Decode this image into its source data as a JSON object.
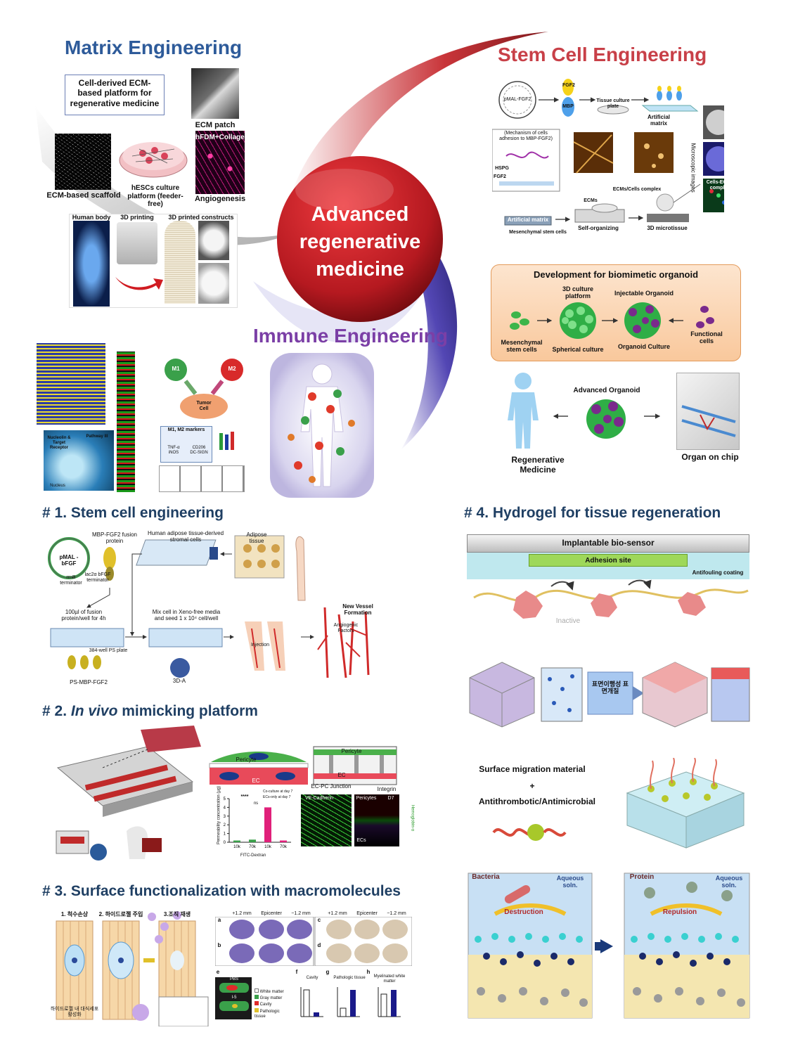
{
  "center": {
    "line1": "Advanced",
    "line2": "regenerative",
    "line3": "medicine",
    "colors": {
      "red": "#b01a22",
      "blue": "#3a2f9e",
      "grey": "#8a8a8a"
    }
  },
  "matrix": {
    "title": "Matrix Engineering",
    "platform_box": "Cell-derived ECM-based platform for regenerative medicine",
    "ecm_patch": "ECM patch",
    "hfdm": "hFDM+Collagen",
    "scaffold": "ECM-based scaffold",
    "hescs": "hESCs culture platform (feeder-free)",
    "angiogenesis": "Angiogenesis",
    "human_body": "Human body",
    "printing": "3D printing",
    "constructs": "3D printed constructs"
  },
  "stem": {
    "title": "Stem Cell Engineering",
    "plasmid": "pMAL-FGF2",
    "fgf2": "FGF2",
    "mbp": "MBP",
    "plate": "Tissue culture plate",
    "matrix": "Artificial matrix",
    "mechanism": "(Mechanism of cells adhesion to MBP-FGF2)",
    "hspg": "HSPG",
    "fgf2b": "FGF2",
    "microscopic": "Microscopic images",
    "cells_ecm": "Cells-ECMs complex",
    "ecms": "ECMs",
    "complex": "ECMs/Cells complex",
    "artificial_matrix": "Artificial matrix",
    "msc": "Mesenchymal stem cells",
    "self_org": "Self-organizing",
    "microtissue": "3D microtissue"
  },
  "organoid": {
    "title": "Development for biomimetic organoid",
    "culture3d": "3D culture platform",
    "injectable": "Injectable Organoid",
    "msc": "Mesenchymal stem cells",
    "spherical": "Spherical culture",
    "culture": "Organoid Culture",
    "functional": "Functional cells",
    "advanced": "Advanced Organoid",
    "regen": "Regenerative Medicine",
    "chip": "Organ on chip",
    "colors": {
      "box": "#fbd7b4",
      "green": "#35b24a",
      "purple": "#7a2a8c"
    }
  },
  "immune": {
    "title": "Immune Engineering",
    "m1": "M1",
    "m2": "M2",
    "tumor": "Tumor Cell",
    "markers": "M1, M2 markers",
    "tnf": "TNF-α iNOS",
    "cd206": "CD206 DC-SIGN",
    "nucleolin": "Nucleolin & Target Receptor",
    "pathway": "Pathway III",
    "nucleus": "Nucleus"
  },
  "s1": {
    "title": "# 1. Stem cell engineering",
    "fusion": "MBP-FGF2 fusion protein",
    "stromal": "Human adipose tissue-derived stromal cells",
    "adipose": "Adipose tissue",
    "pmal": "pMAL - bFGF",
    "lac": "lac2α bFGF terminator",
    "rrnb": "rrnB terminator",
    "fusion_well": "100µl of fusion protein/well for 4h",
    "mix": "Mix cell in Xeno-free media and seed 1 x 10⁴ cell/well",
    "vessel": "New Vessel Formation",
    "angio": "Angiogenic Factors",
    "plate384": "384-well PS plate",
    "injection": "Injection",
    "ps": "PS-MBP-FGF2",
    "d3a": "3D-A"
  },
  "s2": {
    "title_pre": "# 2. ",
    "title_em": "In vivo",
    "title_post": " mimicking platform",
    "pericyte": "Pericyte",
    "ec": "EC",
    "pericyte2": "Pericyte",
    "ec2": "EC",
    "junction": "EC-PC Junction",
    "integrin": "Integrin",
    "vecad": "VE-Cadherin",
    "pericytes": "Pericytes",
    "d7": "D7",
    "ecs": "ECs",
    "hemo": "Hemoglobin-α",
    "legend1": "Co-culture at day 7",
    "legend2": "ECs-only at day 7",
    "ylabel": "Permeability concentration (µg)",
    "xlabel": "FITC-Dextran",
    "ns": "ns",
    "sig": "****"
  },
  "s3": {
    "title": "# 3. Surface functionalization with macromolecules",
    "step1": "1. 척수손상",
    "step2": "2. 하이드로젤 주입",
    "step3": "3.조직 재생",
    "note": "하이드로젤 내 대식세포 활성화",
    "col1": "+1.2 mm",
    "col2": "Epicenter",
    "col3": "−1.2 mm",
    "col4": "+1.2 mm",
    "col5": "Epicenter",
    "col6": "−1.2 mm",
    "pa": "a",
    "pb": "b",
    "pc": "c",
    "pd": "d",
    "pe": "e",
    "pf": "f",
    "pg": "g",
    "ph": "h",
    "pbs": "PBS",
    "i5": "I-5",
    "white": "White matter",
    "gray": "Gray matter",
    "cavity": "Cavity",
    "patho": "Pathologic tissue",
    "f_title": "Cavity",
    "g_title": "Pathologic tissue",
    "h_title": "Myelinated white matter"
  },
  "s4": {
    "title": "# 4. Hydrogel for tissue regeneration",
    "sensor": "Implantable bio-sensor",
    "adhesion": "Adhesion site",
    "antifouling": "Antifouling coating",
    "inactive": "Inactive",
    "korean": "표면이행성 표면개질",
    "migration": "Surface migration material",
    "plus": "+",
    "antithrombotic": "Antithrombotic/Antimicrobial",
    "bacteria": "Bacteria",
    "aqueous1": "Aqueous soln.",
    "destruction": "Destruction",
    "protein": "Protein",
    "aqueous2": "Aqueous soln.",
    "repulsion": "Repulsion"
  },
  "chart_data": {
    "type": "bar",
    "categories": [
      "10k",
      "70k",
      "10k",
      "70k"
    ],
    "series": [
      {
        "name": "Co-culture at day 7",
        "values": [
          0.2,
          0.3,
          null,
          null
        ]
      },
      {
        "name": "ECs-only at day 7",
        "values": [
          null,
          null,
          4.0,
          0.2
        ]
      }
    ],
    "xlabel": "FITC-Dextran",
    "ylabel": "Permeability concentration (µg)",
    "ylim": [
      0,
      5
    ],
    "yticks": [
      0,
      1,
      2,
      3,
      4,
      5
    ],
    "grid": false
  }
}
